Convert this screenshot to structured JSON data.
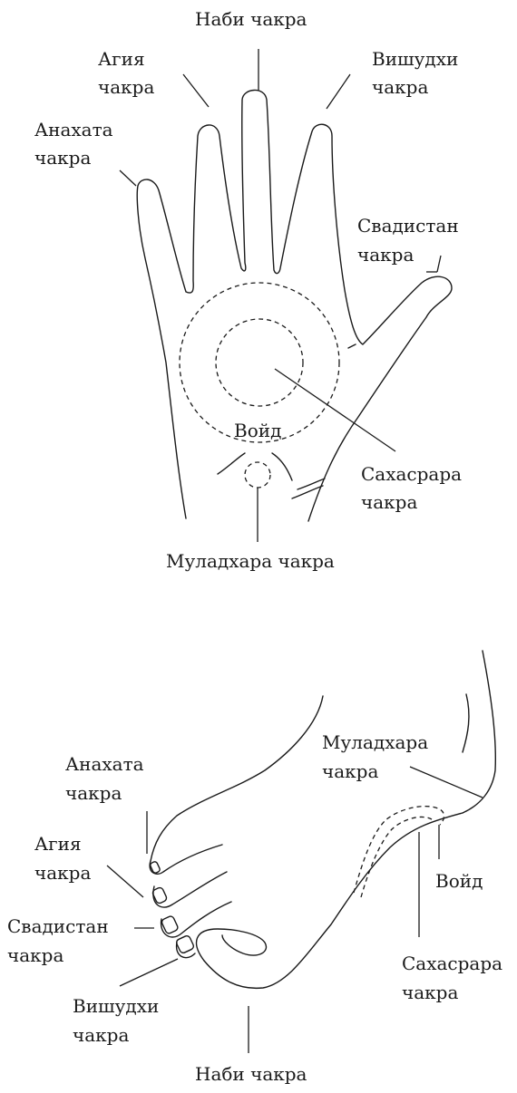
{
  "hand": {
    "nabi": "Наби чакра",
    "agia": [
      "Агия",
      "чакра"
    ],
    "vishuddhi": [
      "Вишудхи",
      "чакра"
    ],
    "anahata": [
      "Анахата",
      "чакра"
    ],
    "svadhisthan": [
      "Свадистан",
      "чакра"
    ],
    "void": "Войд",
    "sahasrara": [
      "Сахасрара",
      "чакра"
    ],
    "muladhara": "Муладхара чакра"
  },
  "foot": {
    "muladhara": [
      "Муладхара",
      "чакра"
    ],
    "anahata": [
      "Анахата",
      "чакра"
    ],
    "agia": [
      "Агия",
      "чакра"
    ],
    "svadhisthan": [
      "Свадистан",
      "чакра"
    ],
    "vishuddhi": [
      "Вишудхи",
      "чакра"
    ],
    "void": "Войд",
    "sahasrara": [
      "Сахасрара",
      "чакра"
    ],
    "nabi": "Наби чакра"
  }
}
